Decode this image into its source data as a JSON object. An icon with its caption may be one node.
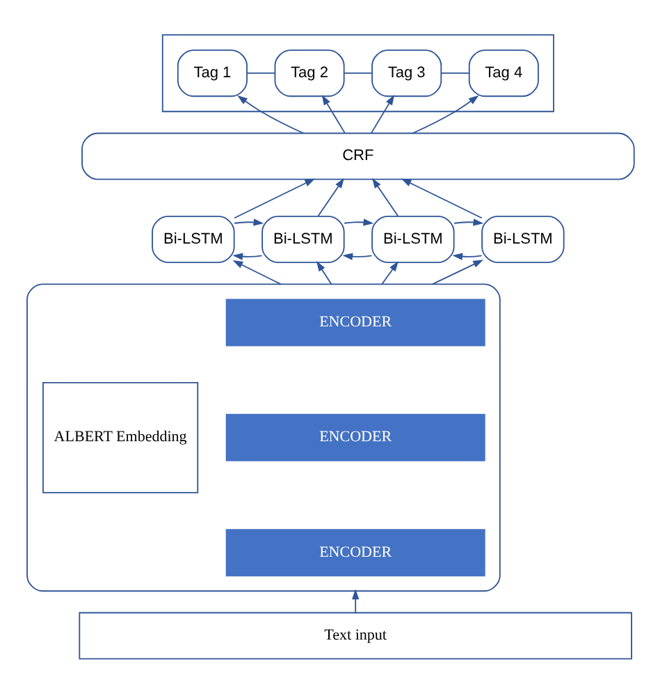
{
  "diagram": {
    "nodes": [
      {
        "text": [],
        "shape": "box"
      },
      {
        "text": [
          "Tag 1"
        ],
        "in": 0
      },
      {
        "text": [
          "Tag 2"
        ],
        "in": 0
      },
      {
        "text": [
          "Tag 3"
        ],
        "in": 0
      },
      {
        "text": [
          "Tag 4"
        ],
        "in": 0
      },
      {
        "text": [
          "CRF"
        ]
      },
      {
        "text": [
          "Bi-LSTM"
        ]
      },
      {
        "text": [
          "Bi-LSTM"
        ]
      },
      {
        "text": [
          "Bi-LSTM"
        ]
      },
      {
        "text": [
          "Bi-LSTM"
        ]
      },
      {
        "text": [],
        "shape": "box"
      },
      {
        "text": [
          "ALBERT Embedding"
        ],
        "in": 10
      },
      {
        "text": [
          "ENCODER"
        ],
        "in": 10
      },
      {
        "text": [
          "ENCODER"
        ],
        "in": 10
      },
      {
        "text": [
          "ENCODER"
        ],
        "in": 10
      },
      {
        "text": [
          "Text input"
        ]
      }
    ],
    "edges": [
      {
        "from": 1,
        "to": 2,
        "arrow": "none"
      },
      {
        "from": 2,
        "to": 3,
        "arrow": "none"
      },
      {
        "from": 3,
        "to": 4,
        "arrow": "none"
      },
      {
        "from": 5,
        "to": 1,
        "arrow": "to"
      },
      {
        "from": 5,
        "to": 2,
        "arrow": "to"
      },
      {
        "from": 5,
        "to": 3,
        "arrow": "to"
      },
      {
        "from": 5,
        "to": 4,
        "arrow": "to"
      },
      {
        "from": 6,
        "to": 5,
        "arrow": "to"
      },
      {
        "from": 7,
        "to": 5,
        "arrow": "to"
      },
      {
        "from": 8,
        "to": 5,
        "arrow": "to"
      },
      {
        "from": 9,
        "to": 5,
        "arrow": "to"
      },
      {
        "from": 6,
        "to": 7,
        "arrow": "to"
      },
      {
        "from": 7,
        "to": 6,
        "arrow": "to"
      },
      {
        "from": 7,
        "to": 8,
        "arrow": "to"
      },
      {
        "from": 8,
        "to": 7,
        "arrow": "to"
      },
      {
        "from": 8,
        "to": 9,
        "arrow": "to"
      },
      {
        "from": 9,
        "to": 8,
        "arrow": "to"
      },
      {
        "from": 10,
        "to": 6,
        "arrow": "to"
      },
      {
        "from": 10,
        "to": 7,
        "arrow": "to"
      },
      {
        "from": 10,
        "to": 8,
        "arrow": "to"
      },
      {
        "from": 10,
        "to": 9,
        "arrow": "to"
      },
      {
        "from": 15,
        "to": 10,
        "arrow": "to"
      }
    ]
  }
}
